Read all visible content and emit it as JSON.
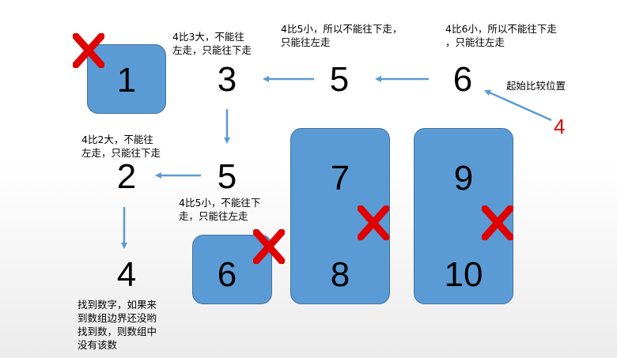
{
  "numbers": {
    "n1": "1",
    "n3": "3",
    "n5_top": "5",
    "n6_top": "6",
    "n2": "2",
    "n5_mid": "5",
    "n4": "4",
    "n6_box": "6",
    "n7": "7",
    "n8": "8",
    "n9": "9",
    "n10": "10"
  },
  "target": {
    "value": "4",
    "color": "#e00000"
  },
  "notes": {
    "n3": "4比3大，不能往\n左走，只能往下走",
    "n5_top": "4比5小，所以不能往下走，\n只能往左走",
    "n6_top": "4比6小，所以不能往下走\n，只能往左走",
    "start": "起始比较位置",
    "n2": "4比2大，不能往\n左走，只能往下走",
    "n5_mid": "4比5小，不能往下\n走，只能往左走",
    "n4": "找到数字，如果来\n到数组边界还没哟\n找到数，则数组中\n没有该数"
  },
  "colors": {
    "box": "#5b9bd5",
    "arrow": "#5b9bd5",
    "cross": "#e00000"
  }
}
